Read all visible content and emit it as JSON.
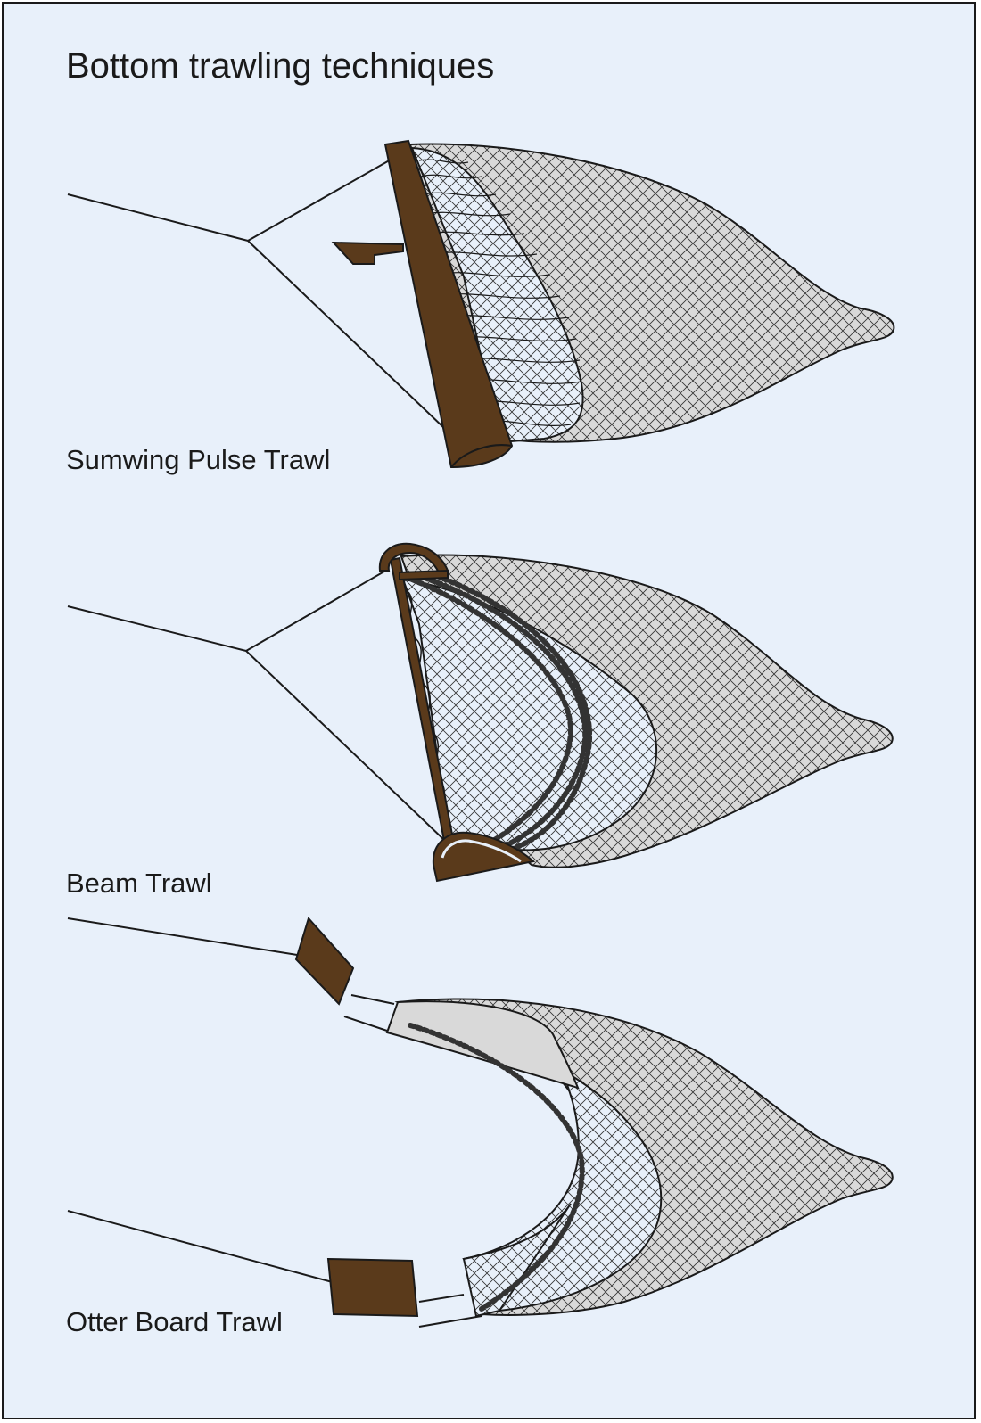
{
  "title": "Bottom trawling techniques",
  "labels": {
    "sumwing": "Sumwing Pulse Trawl",
    "beam": "Beam Trawl",
    "otter": "Otter Board Trawl"
  },
  "colors": {
    "background": "#e8f0fa",
    "outline": "#1a1a1a",
    "wood": "#5a3a1b",
    "net_outer": "#d9d9d9",
    "net_inner": "#e8f0fa",
    "chain": "#333333"
  }
}
